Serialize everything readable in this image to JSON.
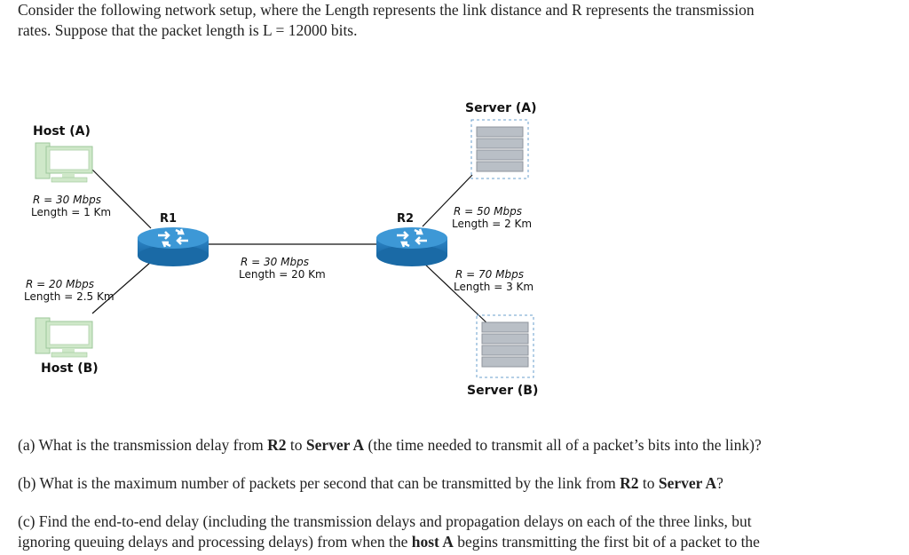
{
  "intro": {
    "line1": "Consider the following network setup, where the Length represents the link distance and R represents the transmission",
    "line2": "rates. Suppose that the packet length is L = 12000 bits."
  },
  "diagram": {
    "host_a": "Host (A)",
    "host_b": "Host (B)",
    "server_a": "Server (A)",
    "server_b": "Server (B)",
    "r1": "R1",
    "r2": "R2",
    "links": {
      "ha_r1": {
        "rate": "R = 30 Mbps",
        "length": "Length = 1 Km"
      },
      "hb_r1": {
        "rate": "R = 20 Mbps",
        "length": "Length = 2.5 Km"
      },
      "r1_r2": {
        "rate": "R = 30 Mbps",
        "length": "Length = 20 Km"
      },
      "r2_sa": {
        "rate": "R = 50 Mbps",
        "length": "Length = 2 Km"
      },
      "r2_sb": {
        "rate": "R = 70 Mbps",
        "length": "Length = 3 Km"
      }
    }
  },
  "questions": {
    "a": {
      "pre": "(a) What is the transmission delay from ",
      "b1": "R2",
      "mid": " to ",
      "b2": "Server A",
      "post": " (the time needed to transmit all of a packet’s bits into the link)?"
    },
    "b": {
      "pre": "(b) What is the maximum number of packets per second that can be transmitted by the link from ",
      "b1": "R2",
      "mid": " to ",
      "b2": "Server A",
      "post": "?"
    },
    "c": {
      "line1": "(c) Find the end-to-end delay (including the transmission delays and propagation delays on each of the three links, but",
      "line2_pre": "ignoring queuing delays and processing delays) from when the ",
      "line2_b": "host A",
      "line2_post": " begins transmitting the first bit of a packet to the"
    }
  }
}
